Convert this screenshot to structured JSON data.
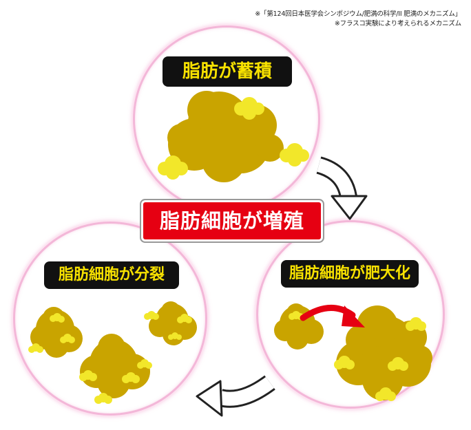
{
  "source_notes": {
    "line1": "※「第124回日本医学会シンポジウム/肥満の科学/II 肥満のメカニズム」",
    "line2": "※フラスコ実験により考えられるメカニズム"
  },
  "center_label": "脂肪細胞が増殖",
  "stages": {
    "accumulate": {
      "label": "脂肪が蓄積"
    },
    "enlarge": {
      "label": "脂肪細胞が肥大化"
    },
    "divide": {
      "label": "脂肪細胞が分裂"
    }
  },
  "colors": {
    "cell": "#c9a400",
    "fat_droplet": "#f2e72a",
    "circle_border": "#f3b7d8",
    "label_bg": "#111111",
    "label_text": "#f7e100",
    "center_bg": "#e60012",
    "enlarge_arrow": "#e60012"
  },
  "icons": {
    "cycle_arrows": "white-curved-arrow-icon",
    "enlarge_arrow": "red-curved-arrow-icon"
  }
}
